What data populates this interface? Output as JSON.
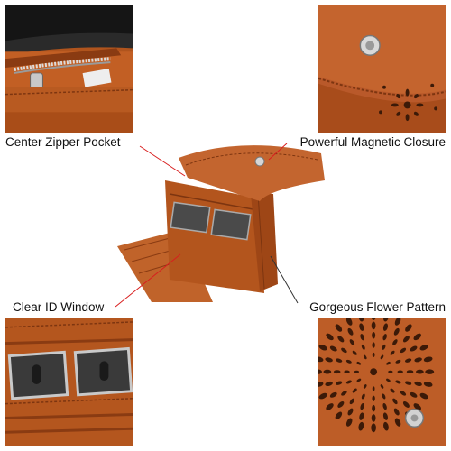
{
  "captions": {
    "top_left": "Center Zipper Pocket",
    "top_right": "Powerful Magnetic Closure",
    "bottom_left": "Clear ID Window",
    "bottom_right": "Gorgeous Flower Pattern"
  },
  "colors": {
    "leather": "#b5571f",
    "leather_dark": "#7d3510",
    "leather_light": "#c96a2c",
    "callout_line": "#d81e1e",
    "frame": "#222222"
  }
}
